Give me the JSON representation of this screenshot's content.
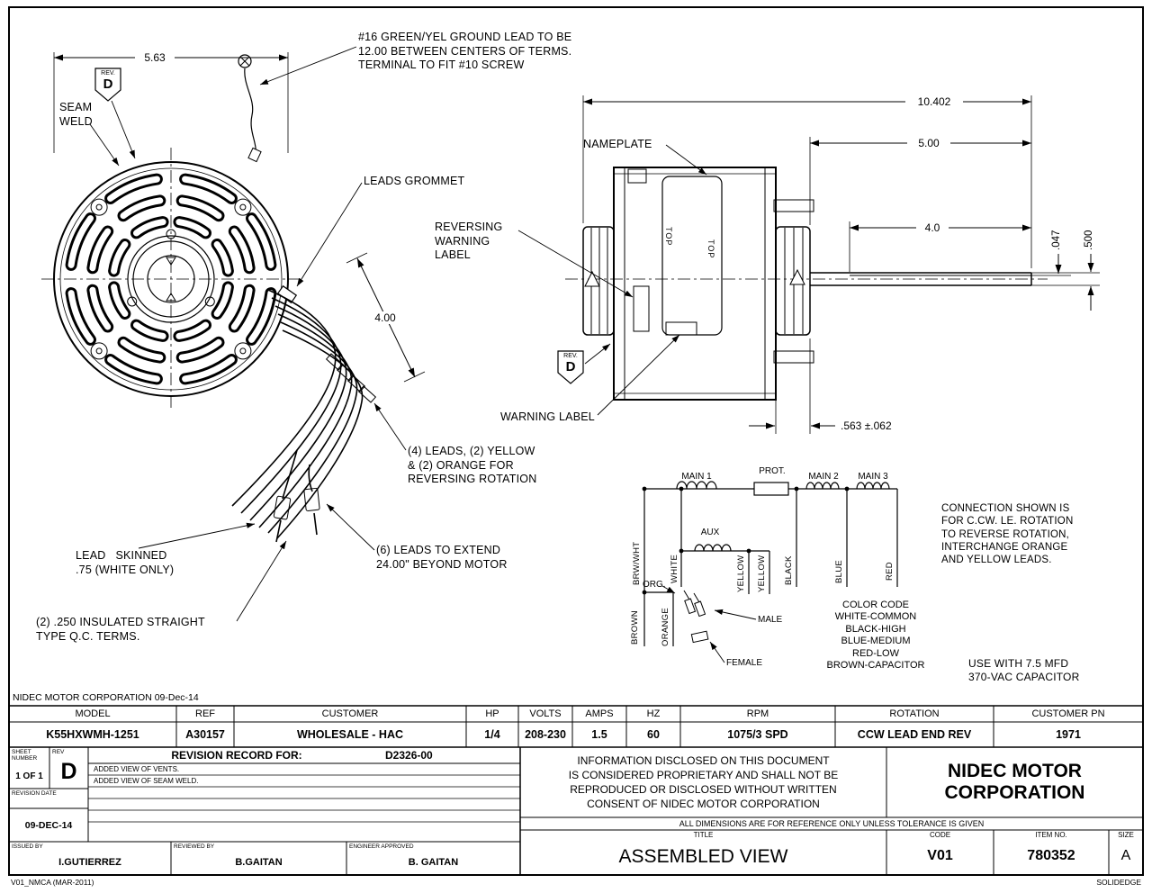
{
  "page": {
    "header_note": "NIDEC MOTOR CORPORATION 09-Dec-14",
    "footer_left": "V01_NMCA (MAR-2011)",
    "footer_right": "SOLIDEDGE"
  },
  "annotations": {
    "ground_lead": "#16 GREEN/YEL GROUND LEAD TO BE\n12.00 BETWEEN CENTERS OF TERMS.\nTERMINAL TO FIT #10 SCREW",
    "seam_weld": "SEAM\nWELD",
    "leads_grommet": "LEADS GROMMET",
    "reversing_warning_label": "REVERSING\nWARNING\nLABEL",
    "nameplate": "NAMEPLATE",
    "warning_label": "WARNING LABEL",
    "leads_reversing": "(4) LEADS, (2) YELLOW\n& (2) ORANGE FOR\nREVERSING ROTATION",
    "lead_skinned": "LEAD   SKINNED\n.75 (WHITE ONLY)",
    "leads_extend": "(6) LEADS TO EXTEND\n24.00\" BEYOND MOTOR",
    "qc_terms": "(2) .250 INSULATED STRAIGHT\nTYPE Q.C. TERMS.",
    "connection_note": "CONNECTION SHOWN IS\nFOR C.CW. LE. ROTATION\nTO REVERSE ROTATION,\nINTERCHANGE ORANGE\nAND YELLOW LEADS.",
    "color_code": "COLOR CODE\nWHITE-COMMON\nBLACK-HIGH\nBLUE-MEDIUM\nRED-LOW\nBROWN-CAPACITOR",
    "capacitor_note": "USE WITH 7.5 MFD\n370-VAC CAPACITOR",
    "rev_label": "REV.",
    "rev_letter": "D",
    "top_marking": "TOP"
  },
  "dimensions": {
    "front_width": "5.63",
    "lead_length": "4.00",
    "overall_length": "10.402",
    "shaft_extension": "5.00",
    "shaft_flat": "4.0",
    "flat_depth": ".047",
    "shaft_dia": ".500",
    "hub_spacing": ".563 ±.062"
  },
  "schematic": {
    "main1": "MAIN 1",
    "prot": "PROT.",
    "main2": "MAIN 2",
    "main3": "MAIN 3",
    "aux": "AUX",
    "male": "MALE",
    "female": "FEMALE",
    "leads": {
      "brw_wht": "BRW/WHT",
      "white": "WHITE",
      "yellow_a": "YELLOW",
      "yellow_b": "YELLOW",
      "black": "BLACK",
      "blue": "BLUE",
      "red": "RED",
      "brown": "BROWN",
      "org": "ORG.",
      "orange": "ORANGE"
    }
  },
  "spec_table": {
    "headers": [
      "MODEL",
      "REF",
      "CUSTOMER",
      "HP",
      "VOLTS",
      "AMPS",
      "HZ",
      "RPM",
      "ROTATION",
      "CUSTOMER PN"
    ],
    "values": [
      "K55HXWMH-1251",
      "A30157",
      "WHOLESALE - HAC",
      "1/4",
      "208-230",
      "1.5",
      "60",
      "1075/3 SPD",
      "CCW LEAD END REV",
      "1971"
    ]
  },
  "revision_block": {
    "sheet_label": "SHEET\nNUMBER",
    "sheet_value": "1 OF 1",
    "rev_label": "REV",
    "rev_value": "D",
    "record_label": "REVISION RECORD FOR:",
    "record_number": "D2326-00",
    "entries": [
      "ADDED VIEW OF VENTS.",
      "ADDED VIEW OF SEAM WELD."
    ],
    "date_label": "REVISION DATE",
    "date_value": "09-DEC-14",
    "issued_label": "ISSUED BY",
    "issued_value": "I.GUTIERREZ",
    "reviewed_label": "REVIEWED BY",
    "reviewed_value": "B.GAITAN",
    "approved_label": "ENGINEER APPROVED",
    "approved_value": "B. GAITAN"
  },
  "title_block": {
    "proprietary": "INFORMATION DISCLOSED ON THIS DOCUMENT\nIS CONSIDERED PROPRIETARY AND SHALL NOT BE\nREPRODUCED OR DISCLOSED WITHOUT WRITTEN\nCONSENT OF NIDEC MOTOR CORPORATION",
    "company": "NIDEC MOTOR\nCORPORATION",
    "tolerance_note": "ALL DIMENSIONS ARE FOR REFERENCE ONLY UNLESS TOLERANCE IS GIVEN",
    "title_label": "TITLE",
    "title_value": "ASSEMBLED VIEW",
    "code_label": "CODE",
    "code_value": "V01",
    "item_label": "ITEM NO.",
    "item_value": "780352",
    "size_label": "SIZE",
    "size_value": "A"
  }
}
